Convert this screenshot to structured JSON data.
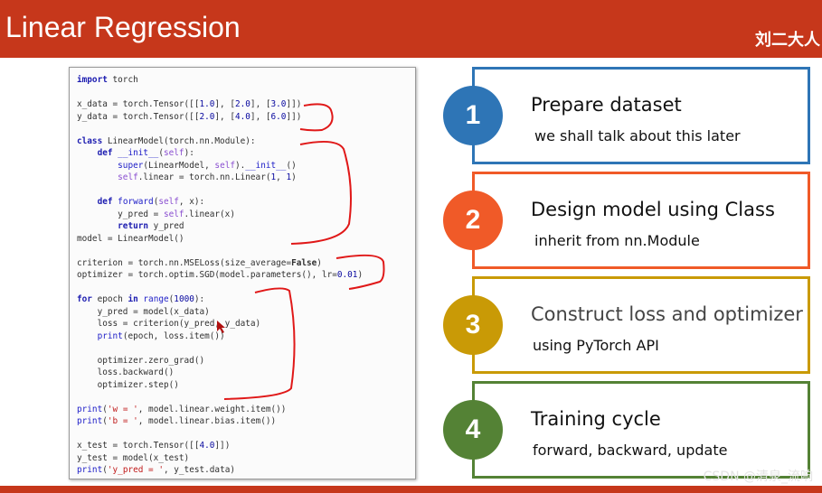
{
  "header": {
    "title": "Linear Regression",
    "author": "刘二大人"
  },
  "code": {
    "lines": [
      "import torch",
      "",
      "x_data = torch.Tensor([[1.0], [2.0], [3.0]])",
      "y_data = torch.Tensor([[2.0], [4.0], [6.0]])",
      "",
      "class LinearModel(torch.nn.Module):",
      "    def __init__(self):",
      "        super(LinearModel, self).__init__()",
      "        self.linear = torch.nn.Linear(1, 1)",
      "",
      "    def forward(self, x):",
      "        y_pred = self.linear(x)",
      "        return y_pred",
      "model = LinearModel()",
      "",
      "criterion = torch.nn.MSELoss(size_average=False)",
      "optimizer = torch.optim.SGD(model.parameters(), lr=0.01)",
      "",
      "for epoch in range(1000):",
      "    y_pred = model(x_data)",
      "    loss = criterion(y_pred, y_data)",
      "    print(epoch, loss.item())",
      "",
      "    optimizer.zero_grad()",
      "    loss.backward()",
      "    optimizer.step()",
      "",
      "print('w = ', model.linear.weight.item())",
      "print('b = ', model.linear.bias.item())",
      "",
      "x_test = torch.Tensor([[4.0]])",
      "y_test = model(x_test)",
      "print('y_pred = ', y_test.data)"
    ]
  },
  "steps": [
    {
      "number": "1",
      "title": "Prepare dataset",
      "subtitle": "we shall talk about this later",
      "color": "#2e75b6",
      "border": "#2e75b6"
    },
    {
      "number": "2",
      "title": "Design model using Class",
      "subtitle": "inherit from nn.Module",
      "color": "#f05a28",
      "border": "#f05a28"
    },
    {
      "number": "3",
      "title": "Construct loss and optimizer",
      "subtitle": "using PyTorch API",
      "color": "#c99a06",
      "border": "#c99a06"
    },
    {
      "number": "4",
      "title": "Training cycle",
      "subtitle": "forward, backward, update",
      "color": "#548235",
      "border": "#548235"
    }
  ],
  "watermark": "CSDN @清泉_流响"
}
